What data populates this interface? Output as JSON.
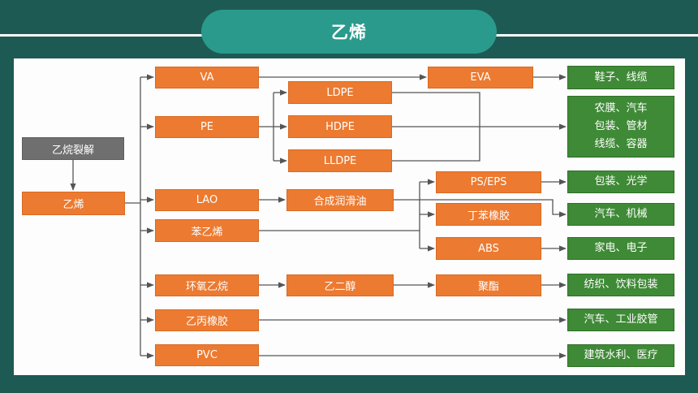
{
  "title": "乙烯",
  "nodes": {
    "ethane_cracking": "乙烷裂解",
    "ethylene": "乙烯",
    "va": "VA",
    "pe": "PE",
    "lao": "LAO",
    "styrene": "苯乙烯",
    "ethylene_oxide": "环氧乙烷",
    "epr": "乙丙橡胶",
    "pvc": "PVC",
    "ldpe": "LDPE",
    "hdpe": "HDPE",
    "lldpe": "LLDPE",
    "lubricant": "合成润滑油",
    "glycol": "乙二醇",
    "eva": "EVA",
    "ps_eps": "PS/EPS",
    "sbr": "丁苯橡胶",
    "abs": "ABS",
    "polyester": "聚酯"
  },
  "applications": {
    "shoes_cables": "鞋子、线缆",
    "pe_uses": [
      "农膜、汽车",
      "包装、管材",
      "线缆、容器"
    ],
    "packaging_optics": "包装、光学",
    "auto_machinery": "汽车、机械",
    "appliances_electronics": "家电、电子",
    "textile_beverage": "纺织、饮料包装",
    "auto_industrial_hose": "汽车、工业胶管",
    "construction_medical": "建筑水利、医疗"
  },
  "colors": {
    "background": "#1d5a53",
    "title_pill": "#2a9a8c",
    "node_orange": "#ec7a30",
    "node_gray": "#6f6f6f",
    "node_green": "#3f8a36",
    "connector": "#555555"
  }
}
